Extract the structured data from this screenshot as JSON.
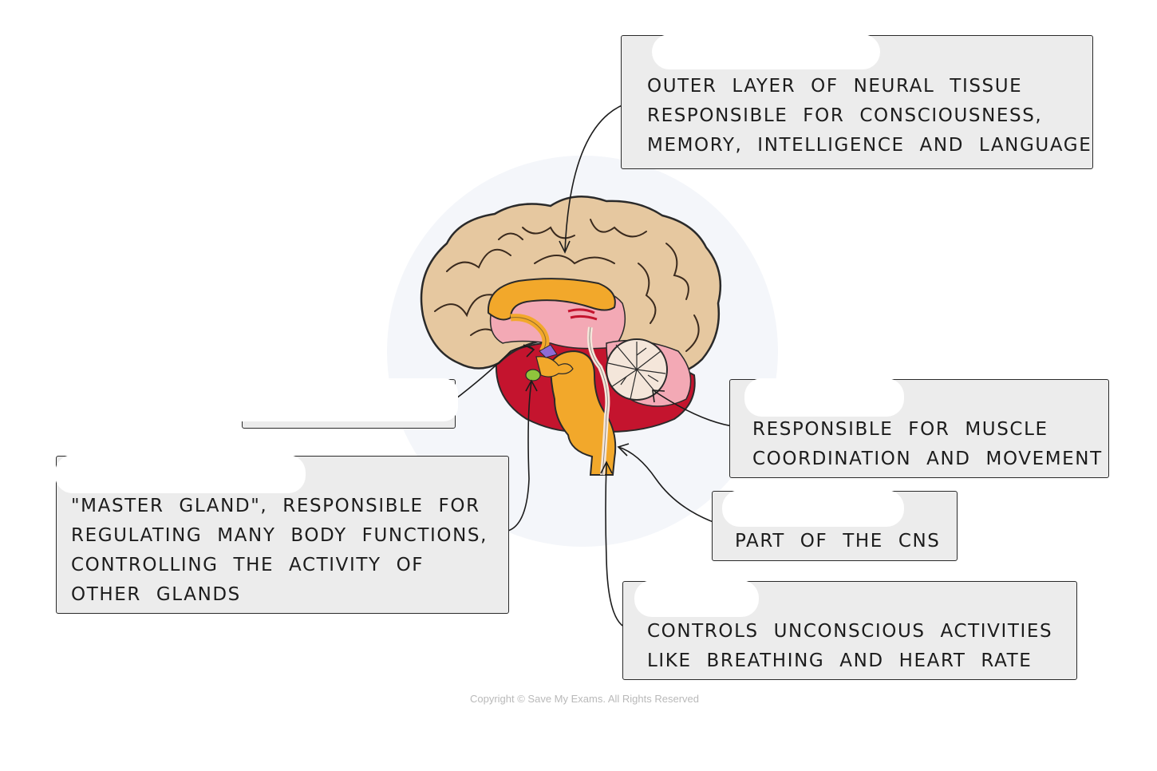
{
  "labels": {
    "cerebrum": {
      "lines": [
        "OUTER LAYER OF NEURAL TISSUE",
        "RESPONSIBLE FOR CONSCIOUSNESS,",
        "MEMORY, INTELLIGENCE AND LANGUAGE"
      ]
    },
    "cerebellum": {
      "lines": [
        "RESPONSIBLE FOR MUSCLE",
        "COORDINATION AND MOVEMENT"
      ]
    },
    "spinal_cord": {
      "lines": [
        "PART OF THE CNS"
      ]
    },
    "medulla": {
      "lines": [
        "CONTROLS UNCONSCIOUS ACTIVITIES",
        "LIKE BREATHING AND HEART RATE"
      ]
    },
    "pituitary": {
      "lines": [
        "\"MASTER GLAND\", RESPONSIBLE FOR",
        "REGULATING MANY BODY FUNCTIONS,",
        "CONTROLLING THE ACTIVITY OF",
        "OTHER GLANDS"
      ]
    }
  },
  "copyright": "Copyright © Save My Exams. All Rights Reserved",
  "colors": {
    "cortex": "#e6c8a0",
    "corpus_callosum": "#f2a82b",
    "inner": "#f3a9b5",
    "brainstem_base": "#c4142e",
    "pituitary": "#8fc43c",
    "box_fill": "#ececec"
  }
}
